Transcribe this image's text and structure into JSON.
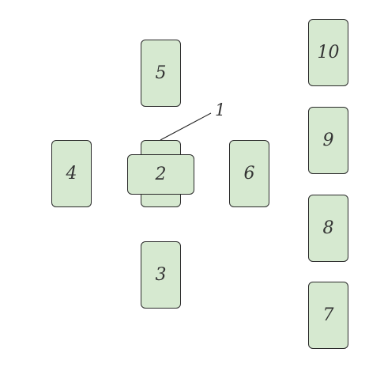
{
  "spread": {
    "card_fill": "#d6e9d0",
    "card_border": "#2a2a2a",
    "cards": {
      "c1": "1",
      "c2": "2",
      "c3": "3",
      "c4": "4",
      "c5": "5",
      "c6": "6",
      "c7": "7",
      "c8": "8",
      "c9": "9",
      "c10": "10"
    }
  }
}
